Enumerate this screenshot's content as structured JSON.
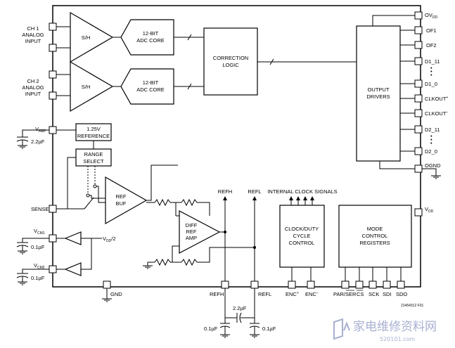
{
  "left_pins": {
    "ch1": [
      "CH 1",
      "ANALOG",
      "INPUT"
    ],
    "ch2": [
      "CH 2",
      "ANALOG",
      "INPUT"
    ],
    "vref": "V",
    "vref_sub": "REF",
    "vref_cap": "2.2µF",
    "sense": "SENSE",
    "vcm1": "V",
    "vcm1_sub": "CM1",
    "vcm1_cap": "0.1µF",
    "vcm2": "V",
    "vcm2_sub": "CM2",
    "vcm2_cap": "0.1µF",
    "vdd_half": "V",
    "vdd_half_sub": "DD",
    "vdd_half_tail": "/2"
  },
  "blocks": {
    "sh": "S/H",
    "adc": [
      "12-BIT",
      "ADC CORE"
    ],
    "correction": [
      "CORRECTION",
      "LOGIC"
    ],
    "output_drivers": [
      "OUTPUT",
      "DRIVERS"
    ],
    "reference": [
      "1.25V",
      "REFERENCE"
    ],
    "range_select": [
      "RANGE",
      "SELECT"
    ],
    "ref_buf": [
      "REF",
      "BUF"
    ],
    "diff_ref_amp": [
      "DIFF",
      "REF",
      "AMP"
    ],
    "clock": [
      "CLOCK/DUTY",
      "CYCLE",
      "CONTROL"
    ],
    "mode": [
      "MODE",
      "CONTROL",
      "REGISTERS"
    ],
    "internal_clock": "INTERNAL CLOCK SIGNALS"
  },
  "right_pins": {
    "ovdd": "OV",
    "ovdd_sub": "DD",
    "of1": "OF1",
    "of2": "OF2",
    "d1_11": "D1_11",
    "d1_0": "D1_0",
    "clkout_p": "CLKOUT",
    "clkout_p_sup": "+",
    "clkout_n": "CLKOUT",
    "clkout_n_sup": "–",
    "d2_11": "D2_11",
    "d2_0": "D2_0",
    "ognd": "OGND",
    "vdd": "V",
    "vdd_sub": "DD"
  },
  "internal_labels": {
    "refh": "REFH",
    "refl": "REFL"
  },
  "bottom_pins": {
    "gnd": "GND",
    "refh": "REFH",
    "refl": "REFL",
    "enc_p": "ENC",
    "enc_p_sup": "+",
    "enc_n": "ENC",
    "enc_n_sup": "–",
    "par_ser": "PAR/SER",
    "cs": "CS",
    "sck": "SCK",
    "sdi": "SDI",
    "sdo": "SDO"
  },
  "caps": {
    "c22": "2.2µF",
    "c_left": "0.1µF",
    "c_right": "0.1µF"
  },
  "part_code": "21454312 F01",
  "watermark": {
    "text": "家电维修资料网",
    "url": "520101.com"
  }
}
